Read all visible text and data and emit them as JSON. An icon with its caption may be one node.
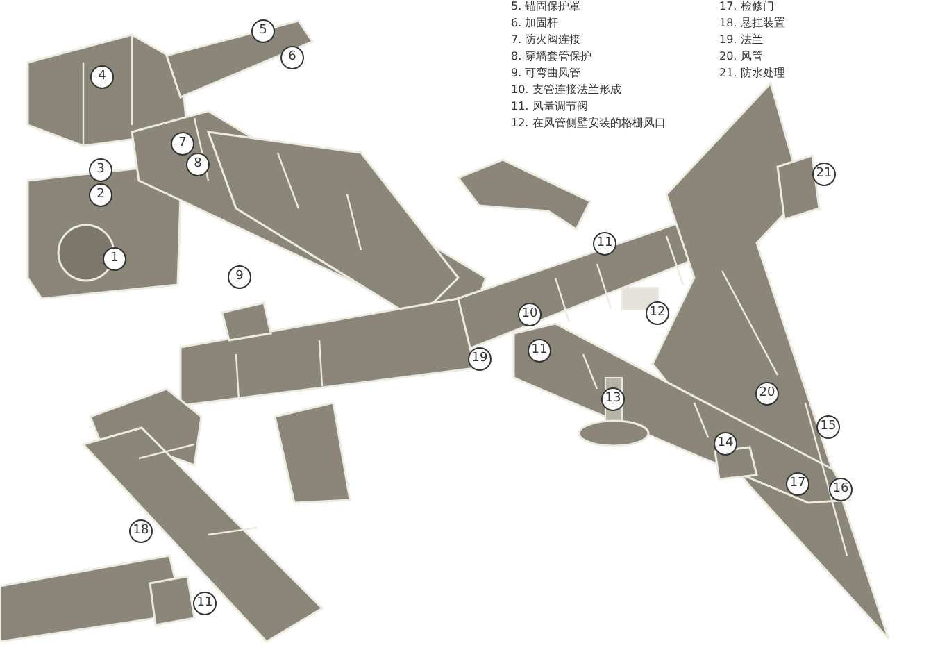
{
  "diagram": {
    "labels": [
      "5. 锚固保护罩",
      "17. 检修门",
      "6. 加固杆",
      "18. 悬挂装置",
      "7. 防火阀连接",
      "19. 法兰",
      "8. 穿墙套管保护",
      "20. 风管",
      "9. 可弯曲风管",
      "21. 防水处理",
      "10. 支管连接法兰形成",
      "11. 风量调节阀",
      "12. 在风管侧壁安装的格栅风口",
      "4",
      "5",
      "6",
      "7",
      "8",
      "3",
      "2",
      "1",
      "9",
      "21",
      "11",
      "10",
      "12",
      "19",
      "11",
      "13",
      "20",
      "15",
      "14",
      "17",
      "16",
      "18",
      "11"
    ]
  }
}
